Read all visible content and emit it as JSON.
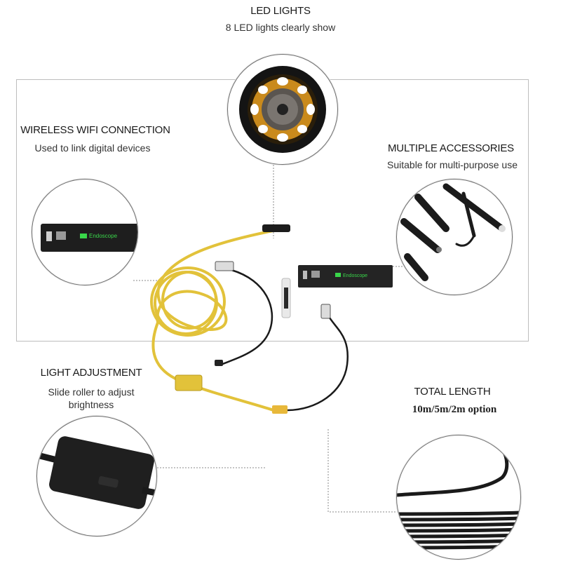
{
  "features": {
    "led": {
      "title": "LED LIGHTS",
      "desc": "8 LED lights clearly show"
    },
    "wifi": {
      "title": "WIRELESS WIFI CONNECTION",
      "desc": "Used to link digital devices"
    },
    "accessories": {
      "title": "MULTIPLE ACCESSORIES",
      "desc": "Suitable for multi-purpose use"
    },
    "light": {
      "title": "LIGHT ADJUSTMENT",
      "desc_line1": "Slide roller to adjust",
      "desc_line2": "brightness"
    },
    "length": {
      "title": "TOTAL LENGTH",
      "desc": "10m/5m/2m option"
    }
  },
  "device_label": "Endoscope",
  "colors": {
    "cable": "#e2c23a",
    "cable_dark": "#b89a1c",
    "box": "#262626",
    "green_label": "#39d64a",
    "border": "#bdbdbd"
  }
}
